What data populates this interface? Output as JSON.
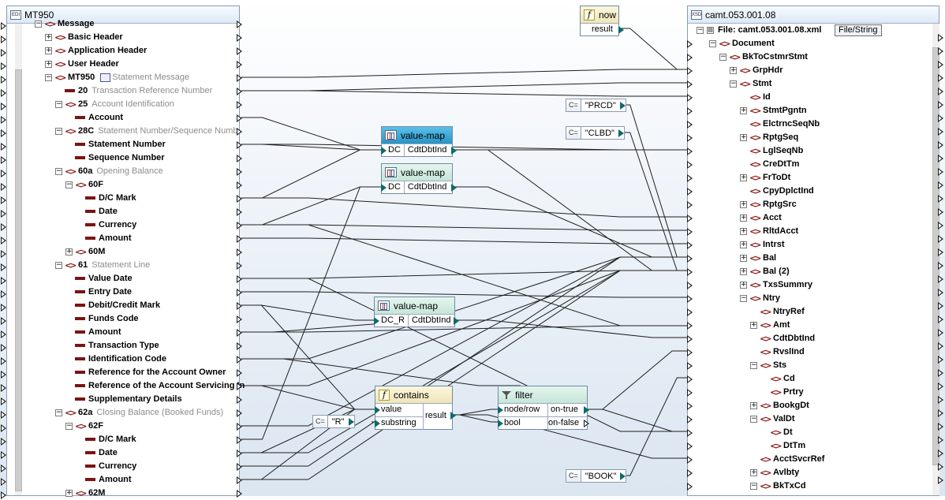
{
  "left_panel": {
    "title": "MT950",
    "icon": "edi-icon",
    "rows": [
      {
        "label": "Message",
        "kind": "el",
        "indent": 1,
        "exp": "minus"
      },
      {
        "label": "Basic Header",
        "kind": "el",
        "indent": 2,
        "exp": "plus"
      },
      {
        "label": "Application Header",
        "kind": "el",
        "indent": 2,
        "exp": "plus"
      },
      {
        "label": "User Header",
        "kind": "el",
        "indent": 2,
        "exp": "plus"
      },
      {
        "label": "MT950",
        "desc": "Statement Message",
        "kind": "el",
        "indent": 2,
        "exp": "minus",
        "extra_icon": true
      },
      {
        "label": "20",
        "desc": "Transaction Reference Number",
        "kind": "at",
        "indent": 3
      },
      {
        "label": "25",
        "desc": "Account Identification",
        "kind": "el",
        "indent": 3,
        "exp": "minus"
      },
      {
        "label": "Account",
        "kind": "at",
        "indent": 4
      },
      {
        "label": "28C",
        "desc": "Statement Number/Sequence Numb",
        "kind": "el",
        "indent": 3,
        "exp": "minus"
      },
      {
        "label": "Statement Number",
        "kind": "at",
        "indent": 4
      },
      {
        "label": "Sequence Number",
        "kind": "at",
        "indent": 4
      },
      {
        "label": "60a",
        "desc": "Opening Balance",
        "kind": "el",
        "indent": 3,
        "exp": "minus"
      },
      {
        "label": "60F",
        "kind": "el",
        "indent": 4,
        "exp": "minus"
      },
      {
        "label": "D/C Mark",
        "kind": "at",
        "indent": 5
      },
      {
        "label": "Date",
        "kind": "at",
        "indent": 5
      },
      {
        "label": "Currency",
        "kind": "at",
        "indent": 5
      },
      {
        "label": "Amount",
        "kind": "at",
        "indent": 5
      },
      {
        "label": "60M",
        "kind": "el",
        "indent": 4,
        "exp": "plus"
      },
      {
        "label": "61",
        "desc": "Statement Line",
        "kind": "el",
        "indent": 3,
        "exp": "minus"
      },
      {
        "label": "Value Date",
        "kind": "at",
        "indent": 4
      },
      {
        "label": "Entry Date",
        "kind": "at",
        "indent": 4
      },
      {
        "label": "Debit/Credit Mark",
        "kind": "at",
        "indent": 4
      },
      {
        "label": "Funds Code",
        "kind": "at",
        "indent": 4
      },
      {
        "label": "Amount",
        "kind": "at",
        "indent": 4
      },
      {
        "label": "Transaction Type",
        "kind": "at",
        "indent": 4
      },
      {
        "label": "Identification Code",
        "kind": "at",
        "indent": 4
      },
      {
        "label": "Reference for the Account Owner",
        "kind": "at",
        "indent": 4
      },
      {
        "label": "Reference of the Account Servicing In",
        "kind": "at",
        "indent": 4
      },
      {
        "label": "Supplementary Details",
        "kind": "at",
        "indent": 4
      },
      {
        "label": "62a",
        "desc": "Closing Balance (Booked Funds)",
        "kind": "el",
        "indent": 3,
        "exp": "minus"
      },
      {
        "label": "62F",
        "kind": "el",
        "indent": 4,
        "exp": "minus"
      },
      {
        "label": "D/C Mark",
        "kind": "at",
        "indent": 5
      },
      {
        "label": "Date",
        "kind": "at",
        "indent": 5
      },
      {
        "label": "Currency",
        "kind": "at",
        "indent": 5
      },
      {
        "label": "Amount",
        "kind": "at",
        "indent": 5
      },
      {
        "label": "62M",
        "kind": "el",
        "indent": 4,
        "exp": "plus"
      }
    ]
  },
  "right_panel": {
    "title": "camt.053.001.08",
    "file_label": "File: camt.053.001.08.xml",
    "file_button": "File/String",
    "rows": [
      {
        "label": "Document",
        "indent": 1,
        "exp": "minus"
      },
      {
        "label": "BkToCstmrStmt",
        "indent": 2,
        "exp": "minus"
      },
      {
        "label": "GrpHdr",
        "indent": 3,
        "exp": "plus"
      },
      {
        "label": "Stmt",
        "indent": 3,
        "exp": "minus"
      },
      {
        "label": "Id",
        "indent": 4
      },
      {
        "label": "StmtPgntn",
        "indent": 4,
        "exp": "plus"
      },
      {
        "label": "ElctrncSeqNb",
        "indent": 4
      },
      {
        "label": "RptgSeq",
        "indent": 4,
        "exp": "plus"
      },
      {
        "label": "LglSeqNb",
        "indent": 4
      },
      {
        "label": "CreDtTm",
        "indent": 4
      },
      {
        "label": "FrToDt",
        "indent": 4,
        "exp": "plus"
      },
      {
        "label": "CpyDplctInd",
        "indent": 4
      },
      {
        "label": "RptgSrc",
        "indent": 4,
        "exp": "plus"
      },
      {
        "label": "Acct",
        "indent": 4,
        "exp": "plus"
      },
      {
        "label": "RltdAcct",
        "indent": 4,
        "exp": "plus"
      },
      {
        "label": "Intrst",
        "indent": 4,
        "exp": "plus"
      },
      {
        "label": "Bal",
        "indent": 4,
        "exp": "plus"
      },
      {
        "label": "Bal (2)",
        "indent": 4,
        "exp": "plus"
      },
      {
        "label": "TxsSummry",
        "indent": 4,
        "exp": "plus"
      },
      {
        "label": "Ntry",
        "indent": 4,
        "exp": "minus"
      },
      {
        "label": "NtryRef",
        "indent": 5
      },
      {
        "label": "Amt",
        "indent": 5,
        "exp": "plus"
      },
      {
        "label": "CdtDbtInd",
        "indent": 5
      },
      {
        "label": "RvslInd",
        "indent": 5
      },
      {
        "label": "Sts",
        "indent": 5,
        "exp": "minus"
      },
      {
        "label": "Cd",
        "indent": 6
      },
      {
        "label": "Prtry",
        "indent": 6
      },
      {
        "label": "BookgDt",
        "indent": 5,
        "exp": "plus"
      },
      {
        "label": "ValDt",
        "indent": 5,
        "exp": "minus"
      },
      {
        "label": "Dt",
        "indent": 6
      },
      {
        "label": "DtTm",
        "indent": 6
      },
      {
        "label": "AcctSvcrRef",
        "indent": 5
      },
      {
        "label": "Avlbty",
        "indent": 5,
        "exp": "plus"
      },
      {
        "label": "BkTxCd",
        "indent": 5,
        "exp": "minus"
      }
    ]
  },
  "functions": {
    "now": {
      "title": "now",
      "output": "result"
    },
    "value_map_1": {
      "title": "value-map",
      "input": "DC",
      "output": "CdtDbtInd"
    },
    "value_map_2": {
      "title": "value-map",
      "input": "DC",
      "output": "CdtDbtInd"
    },
    "value_map_3": {
      "title": "value-map",
      "input": "DC_R",
      "output": "CdtDbtInd"
    },
    "contains": {
      "title": "contains",
      "input_1": "value",
      "input_2": "substring",
      "output": "result"
    },
    "filter": {
      "title": "filter",
      "input_1": "node/row",
      "input_2": "bool",
      "output_1": "on-true",
      "output_2": "on-false"
    }
  },
  "constants": {
    "label": "C=",
    "prcd": "\"PRCD\"",
    "clbd": "\"CLBD\"",
    "r": "\"R\"",
    "book": "\"BOOK\""
  },
  "colors": {
    "wire": "#1f1f1f",
    "connector": "#0c6b6b",
    "element_icon": "#8b1a1a",
    "selected_title": "#2794c6"
  }
}
